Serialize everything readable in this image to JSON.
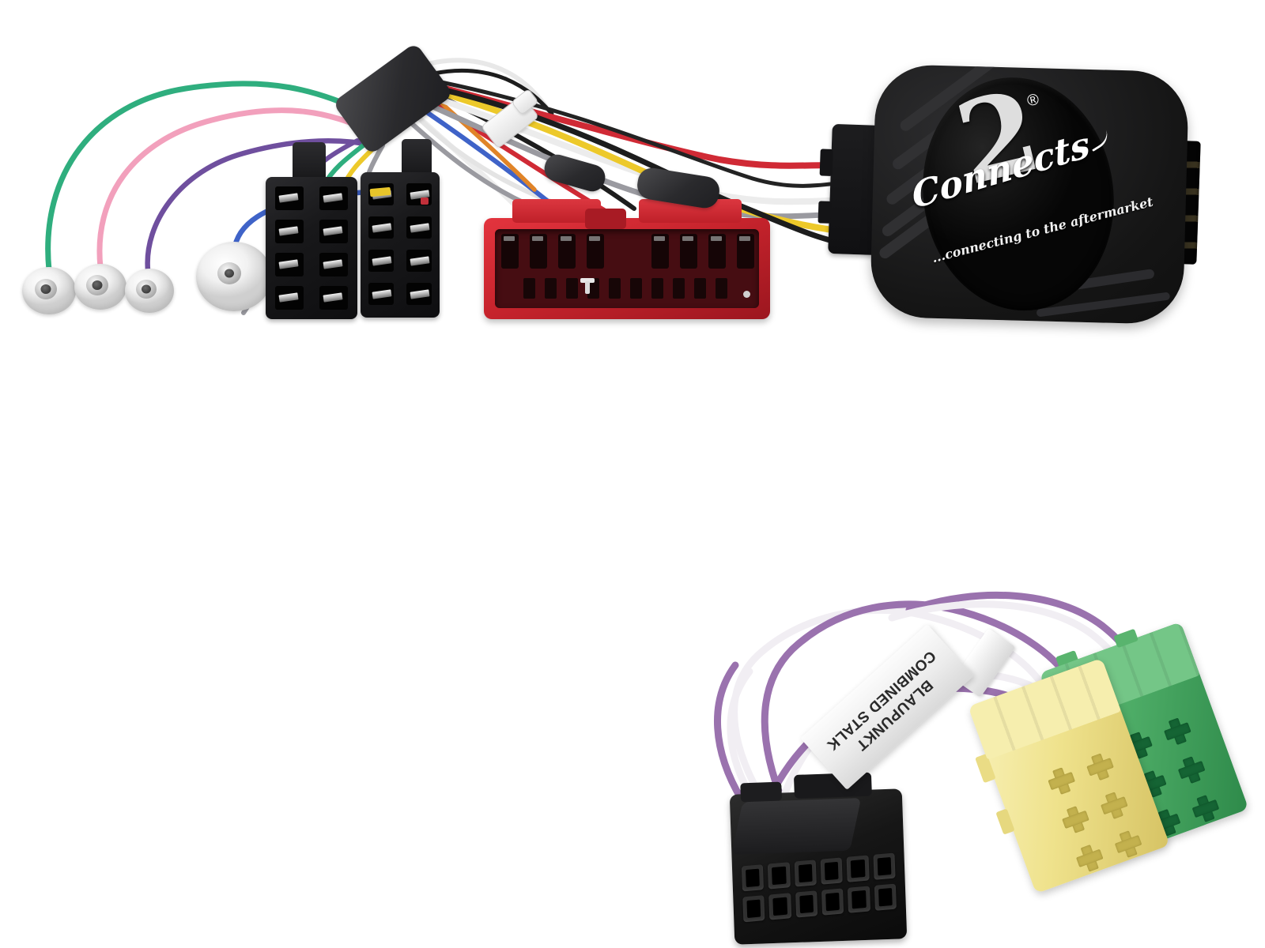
{
  "device_box": {
    "brand_script": "Connects",
    "brand_number": "2",
    "registered_mark": "®",
    "tagline": "...connecting to the aftermarket"
  },
  "label_flag": {
    "line1": "BLAUPUNKT",
    "line2": "COMBINED STALK"
  },
  "counts": {
    "bullet_terminals": 4,
    "iso_pins_per_connector": 8,
    "mazda_upper_slots": 8,
    "mazda_lower_slots": 10,
    "molex_sockets": 12,
    "mini_iso_pins": 6
  },
  "colors": {
    "background": "#ffffff",
    "wire_green": "#2fae7e",
    "wire_pink": "#f2a0bc",
    "wire_purple": "#6f4f9e",
    "wire_blue": "#3f63c8",
    "wire_yellow": "#edc92a",
    "wire_red": "#d02a35",
    "wire_gray": "#9a9aa0",
    "wire_white": "#ececec",
    "wire_black": "#1d1d1d",
    "twisted_purple": "#9a72ae",
    "twisted_white": "#f1eef3",
    "iso_connector_black": "#1b1b1d",
    "mazda_connector_red": "#c8242d",
    "device_box_black": "#181818",
    "mini_iso_yellow": "#eee08c",
    "mini_iso_green": "#4fae68",
    "molex_black": "#161616",
    "label_white": "#f2f2f2"
  }
}
